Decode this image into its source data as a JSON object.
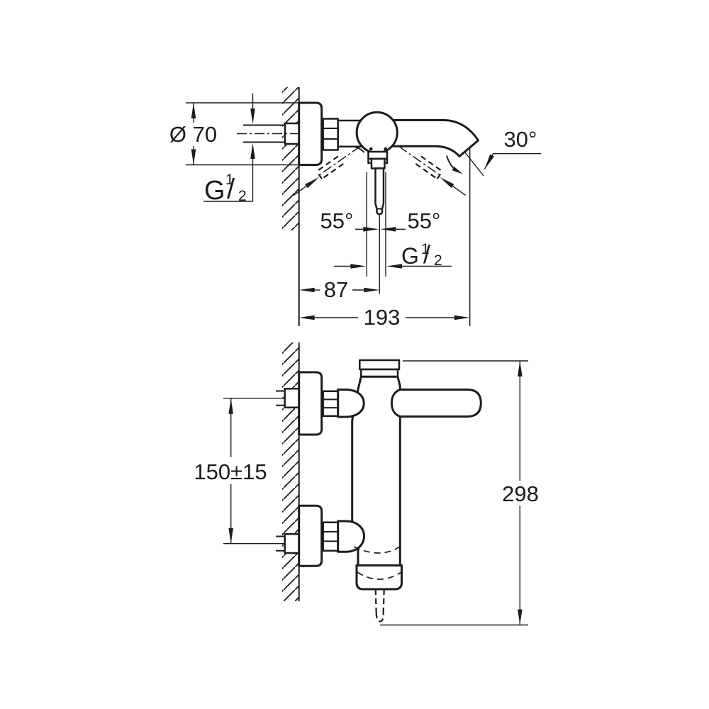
{
  "page": {
    "background": "#ffffff",
    "line_color": "#1c1c1c"
  },
  "drawing": {
    "type": "technical-dimension-drawing",
    "subject": "wall-mounted single-lever bath mixer faucet, two projection views with dimensions",
    "views": [
      {
        "name": "side-profile-view",
        "position": "top"
      },
      {
        "name": "front-installation-view",
        "position": "bottom"
      }
    ],
    "dimensions": {
      "escutcheon_diameter": "Ø 70",
      "spout_outlet_angle": "30°",
      "handle_swing_left": "55°",
      "handle_swing_right": "55°",
      "wall_to_handle_axis": "87",
      "wall_to_spout_tip": "193",
      "inlet_center_distance": "150±15",
      "overall_height": "298"
    },
    "thread_labels": {
      "wall_connection": {
        "base": "G",
        "numerator": "1",
        "slash": "/",
        "denominator": "2"
      },
      "bottom_outlet": {
        "base": "G",
        "numerator": "1",
        "slash": "/",
        "denominator": "2"
      }
    }
  }
}
